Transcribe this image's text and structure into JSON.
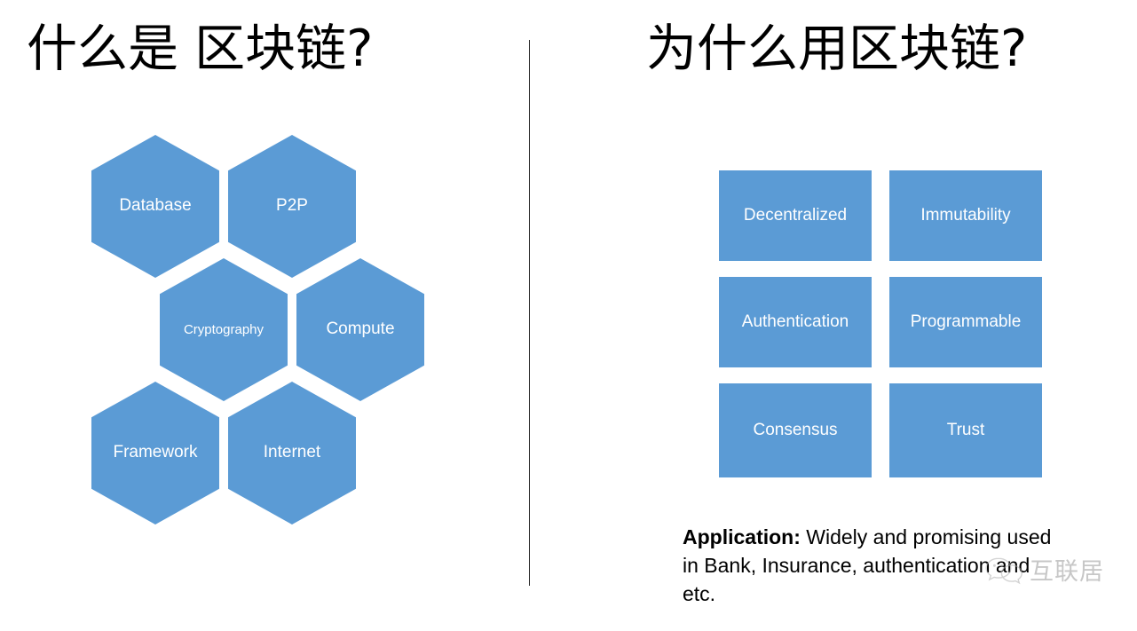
{
  "slide": {
    "background_color": "#ffffff",
    "accent_color": "#5B9BD5",
    "text_on_accent_color": "#ffffff",
    "divider_color": "#2b2b2b"
  },
  "left_panel": {
    "title": "什么是 区块链?",
    "hexagons": [
      {
        "label": "Database",
        "name": "hex-database"
      },
      {
        "label": "P2P",
        "name": "hex-p2p"
      },
      {
        "label": "Cryptography",
        "name": "hex-cryptography"
      },
      {
        "label": "Compute",
        "name": "hex-compute"
      },
      {
        "label": "Framework",
        "name": "hex-framework"
      },
      {
        "label": "Internet",
        "name": "hex-internet"
      }
    ]
  },
  "right_panel": {
    "title": "为什么用区块链?",
    "boxes": [
      {
        "label": "Decentralized",
        "name": "box-decentralized"
      },
      {
        "label": "Immutability",
        "name": "box-immutability"
      },
      {
        "label": "Authentication",
        "name": "box-authentication"
      },
      {
        "label": "Programmable",
        "name": "box-programmable"
      },
      {
        "label": "Consensus",
        "name": "box-consensus"
      },
      {
        "label": "Trust",
        "name": "box-trust"
      }
    ],
    "application": {
      "lead": "Application:",
      "body": " Widely and promising used in Bank, Insurance, authentication and etc."
    }
  },
  "watermark": {
    "icon": "wechat-icon",
    "text": "互联居"
  }
}
